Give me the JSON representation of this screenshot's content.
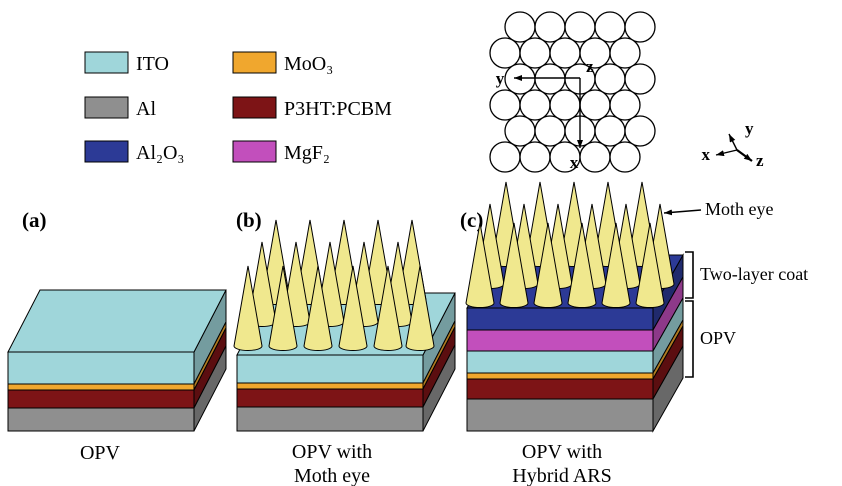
{
  "colors": {
    "ito": "#9fd6da",
    "moo3": "#f0a72e",
    "al": "#8f8f8f",
    "p3ht": "#7d1416",
    "al2o3": "#2c3a96",
    "mgf2": "#c24fbc",
    "moth": "#f0e88e"
  },
  "legend": {
    "ito": "ITO",
    "moo3": "MoO₃",
    "al": "Al",
    "p3ht": "P3HT:PCBM",
    "al2o3": "Al₂O₃",
    "mgf2": "MgF₂"
  },
  "axes": {
    "pattern": {
      "x": "x",
      "y": "y",
      "z": "z"
    },
    "gizmo": {
      "x": "x",
      "y": "y",
      "z": "z"
    }
  },
  "panels": {
    "a": {
      "label": "(a)",
      "caption": "OPV",
      "stack": [
        "ITO",
        "MoO₃",
        "P3HT:PCBM",
        "Al"
      ]
    },
    "b": {
      "label": "(b)",
      "caption_line1": "OPV with",
      "caption_line2": "Moth eye",
      "stack": [
        "Moth eye",
        "ITO",
        "MoO₃",
        "P3HT:PCBM",
        "Al"
      ]
    },
    "c": {
      "label": "(c)",
      "caption_line1": "OPV with",
      "caption_line2": "Hybrid ARS",
      "stack": [
        "Moth eye",
        "Al₂O₃",
        "MgF₂",
        "ITO",
        "MoO₃",
        "P3HT:PCBM",
        "Al"
      ]
    }
  },
  "annotations": {
    "moth_eye": "Moth eye",
    "two_layer_coat": "Two-layer coat",
    "opv": "OPV"
  }
}
